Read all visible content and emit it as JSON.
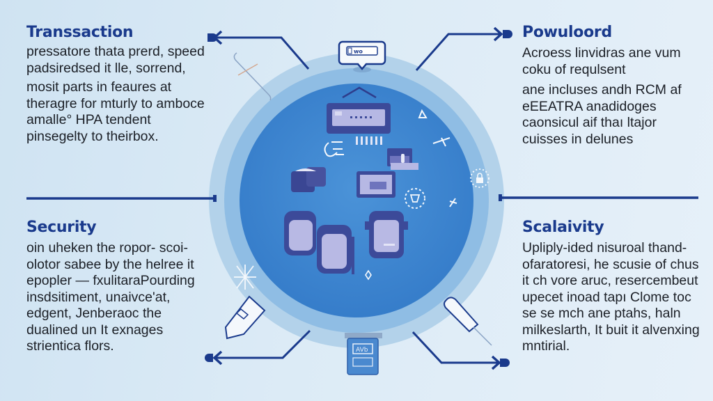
{
  "sections": {
    "top_left": {
      "title": "Transsaction",
      "paragraphs": [
        "pressatore thata prerd, speed padsiredsed it lle, sorrend,",
        "mosit parts in feaures at theragre for mturly to amboce amalle° HPA tendent pinsegelty to theirbox."
      ]
    },
    "top_right": {
      "title": "Powuloord",
      "paragraphs": [
        "Acroess linvidras ane vum coku of requlsent",
        "ane incluses andh RCM af eEEATRA anadidoges caonsicul aif thaı ltajor cuisses in delunes"
      ]
    },
    "bottom_left": {
      "title": "Security",
      "paragraphs": [
        "oin uheken the ropor- scoi-olotor sabee by the helree it epopler — fxulitaraPourding insdsitiment, unaivce'at, edgent, Jenberaoc the dualined un It exnages strientica flors."
      ]
    },
    "bottom_right": {
      "title": "Scalaivity",
      "paragraphs": [
        "Upliply-ided nisuroal thand-ofaratoresi, he scusie of chus it ch vore aruc, resercembeut upecet inoad tapı Clome toc se se mch ane ptahs, haln milkeslarth, It buit it alvenxing mntirial."
      ]
    }
  },
  "diagram": {
    "top_bubble_label": "wo",
    "bottom_card_label": "AVb",
    "icons": [
      "server-icon",
      "router-icon",
      "database-icon",
      "database-icon",
      "database-icon",
      "lock-icon",
      "shield-icon",
      "airplane-icon",
      "wrench-icon",
      "usb-drive-icon",
      "usb-plug-icon",
      "snowflake-icon",
      "network-icon",
      "card-reader-icon",
      "monitor-bubble-icon"
    ],
    "colors": {
      "accent": "#1a3a8c",
      "outer_ring": "#a9cbe6",
      "mid_ring": "#7fb2de",
      "core": "#3f86cf",
      "device_fill": "#a8a9dc",
      "device_stroke": "#2e3d8c"
    }
  }
}
